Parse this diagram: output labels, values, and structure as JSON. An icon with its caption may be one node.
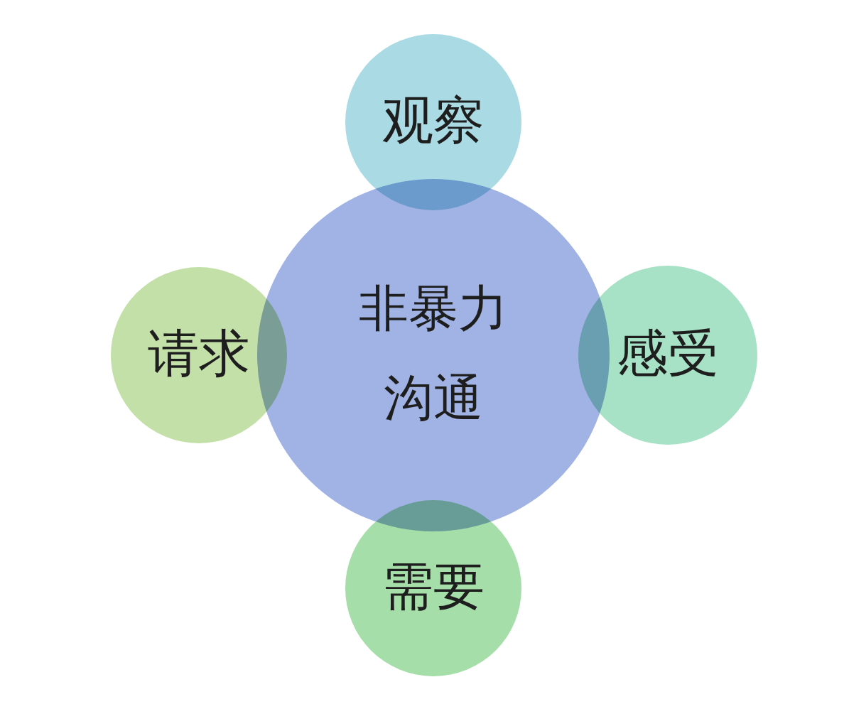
{
  "diagram": {
    "nodes": [
      {
        "text": [
          "观察"
        ]
      },
      {
        "text": [
          "请求"
        ]
      },
      {
        "text": [
          "非暴力沟通"
        ]
      },
      {
        "text": [
          "感受"
        ]
      },
      {
        "text": [
          "需要"
        ]
      }
    ]
  }
}
